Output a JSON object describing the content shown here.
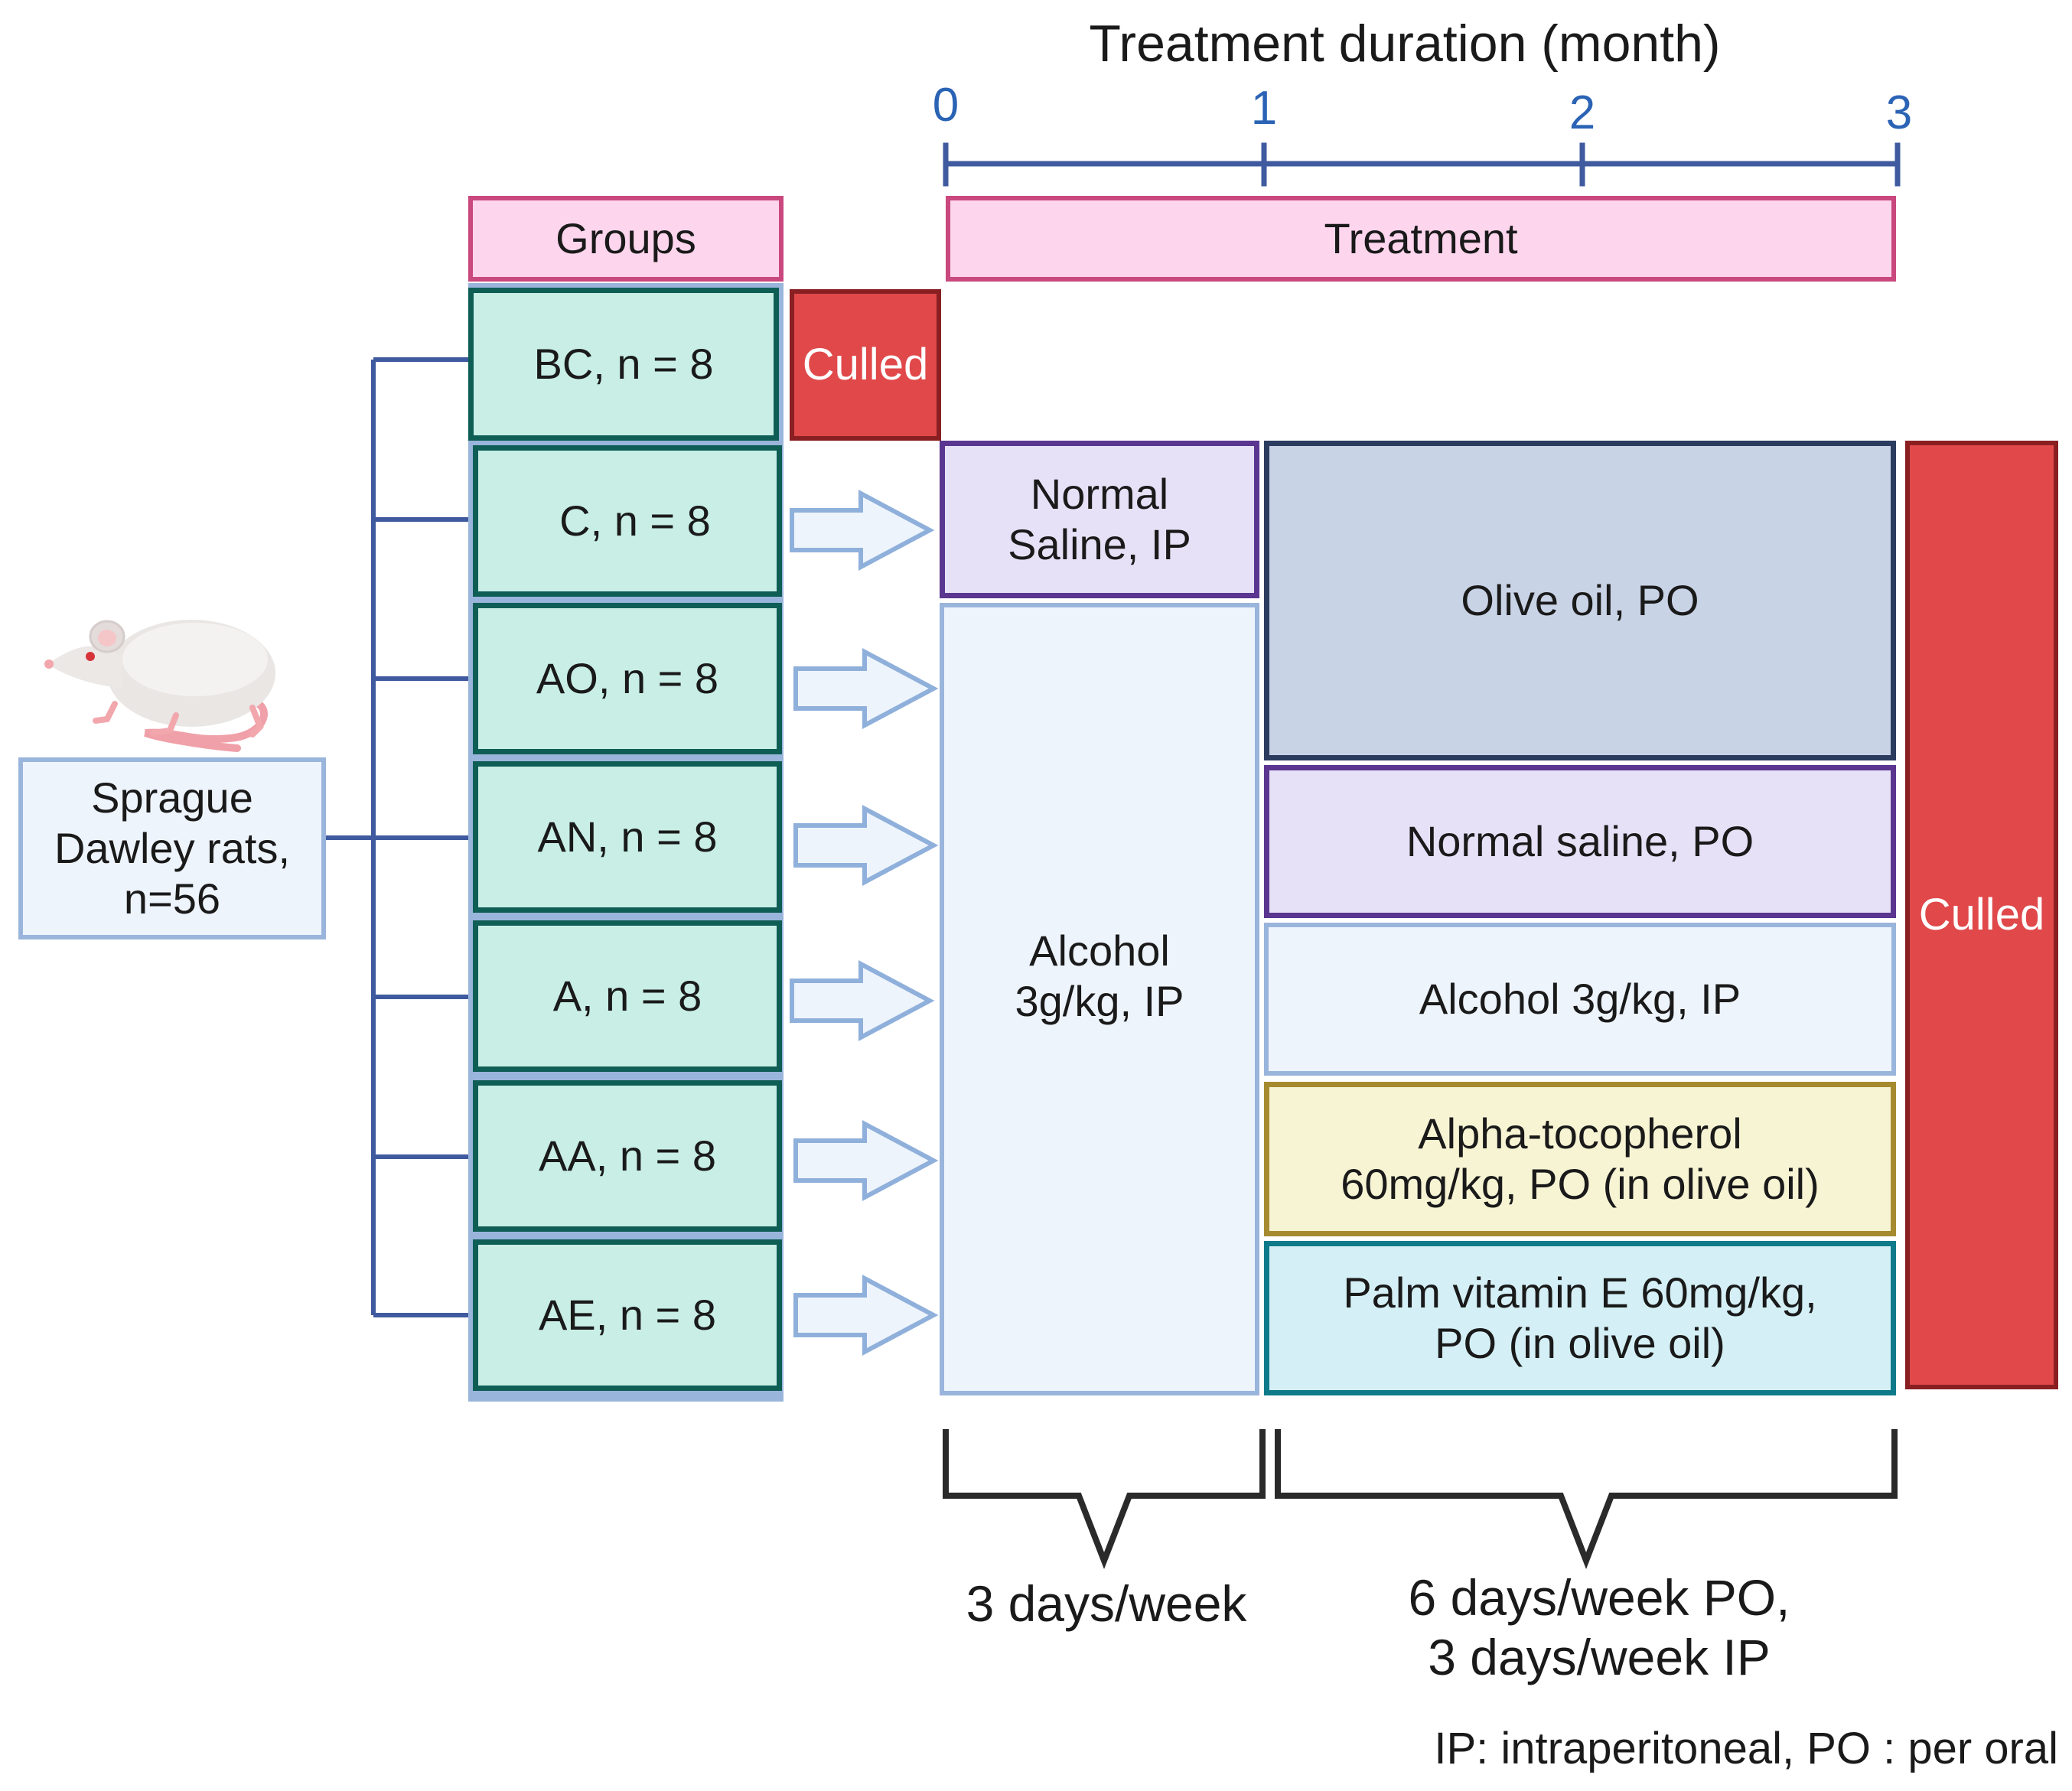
{
  "title": "Treatment duration (month)",
  "timeline": {
    "ticks": [
      "0",
      "1",
      "2",
      "3"
    ]
  },
  "headers": {
    "groups": "Groups",
    "treatment": "Treatment"
  },
  "source": {
    "label": "Sprague\nDawley rats,\nn=56"
  },
  "groups": [
    {
      "label": "BC, n = 8"
    },
    {
      "label": "C, n = 8"
    },
    {
      "label": "AO, n = 8"
    },
    {
      "label": "AN, n = 8"
    },
    {
      "label": "A, n = 8"
    },
    {
      "label": "AA, n = 8"
    },
    {
      "label": "AE, n = 8"
    }
  ],
  "culled_label": "Culled",
  "phase1": {
    "normal_saline": "Normal\nSaline, IP",
    "alcohol": "Alcohol\n3g/kg, IP"
  },
  "phase2": [
    {
      "label": "Olive oil, PO"
    },
    {
      "label": "Normal saline, PO"
    },
    {
      "label": "Alcohol 3g/kg, IP"
    },
    {
      "label": "Alpha-tocopherol\n60mg/kg, PO (in olive oil)"
    },
    {
      "label": "Palm vitamin E 60mg/kg,\nPO (in olive oil)"
    }
  ],
  "schedule": {
    "phase1": "3 days/week",
    "phase2": "6 days/week PO,\n3 days/week IP"
  },
  "footnote": "IP: intraperitoneal, PO : per oral",
  "colors": {
    "line_blue": "#3f5a9e",
    "pink_fill": "#fdd5ed",
    "pink_border": "#c9487e",
    "teal_fill": "#c8eee6",
    "teal_border": "#0e5e55",
    "culled_red": "#e0484a",
    "lavender_fill": "#e6e1f7",
    "purple_border": "#5b3690",
    "light_blue_fill": "#eef4fc",
    "light_blue_border": "#9ab5dc",
    "slate_fill": "#c9d3e6",
    "navy_border": "#2b3c5f",
    "yellow_fill": "#f7f4d4",
    "gold_border": "#a68a2f",
    "cyan_fill": "#d4f0f6",
    "cyan_border": "#0f7a8a"
  }
}
